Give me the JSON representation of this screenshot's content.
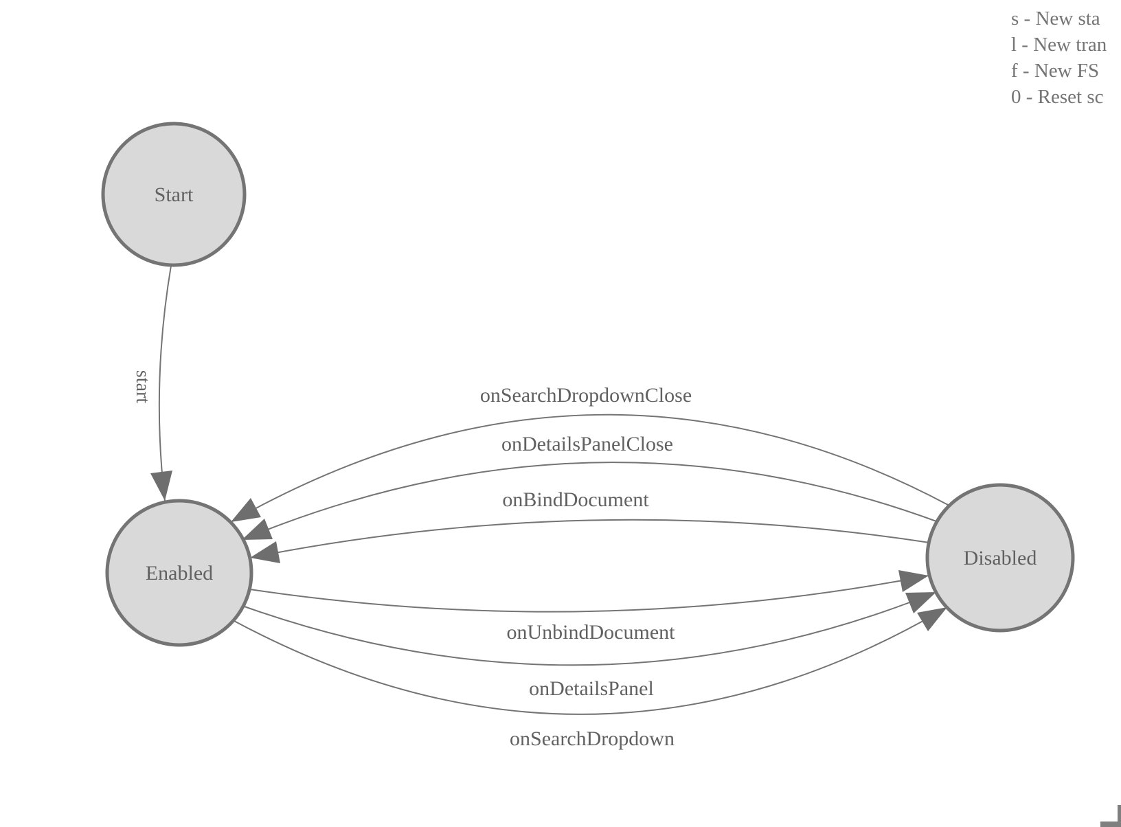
{
  "legend": {
    "lines": [
      "s - New sta",
      "l - New tran",
      "f - New FS",
      "0 - Reset sc"
    ]
  },
  "diagram": {
    "states": [
      {
        "id": "start",
        "label": "Start"
      },
      {
        "id": "enabled",
        "label": "Enabled"
      },
      {
        "id": "disabled",
        "label": "Disabled"
      }
    ],
    "edges": [
      {
        "label": "start",
        "from": "Start",
        "to": "Enabled"
      },
      {
        "label": "onSearchDropdownClose",
        "from": "Disabled",
        "to": "Enabled"
      },
      {
        "label": "onDetailsPanelClose",
        "from": "Disabled",
        "to": "Enabled"
      },
      {
        "label": "onBindDocument",
        "from": "Disabled",
        "to": "Enabled"
      },
      {
        "label": "onUnbindDocument",
        "from": "Enabled",
        "to": "Disabled"
      },
      {
        "label": "onDetailsPanel",
        "from": "Enabled",
        "to": "Disabled"
      },
      {
        "label": "onSearchDropdown",
        "from": "Enabled",
        "to": "Disabled"
      }
    ]
  },
  "colors": {
    "node_fill": "#d9d9d9",
    "node_stroke": "#747474",
    "edge_line": "#747474",
    "arrowhead": "#6e6e6e",
    "label_text": "#616161",
    "legend_text": "#757575",
    "background": "#ffffff"
  }
}
